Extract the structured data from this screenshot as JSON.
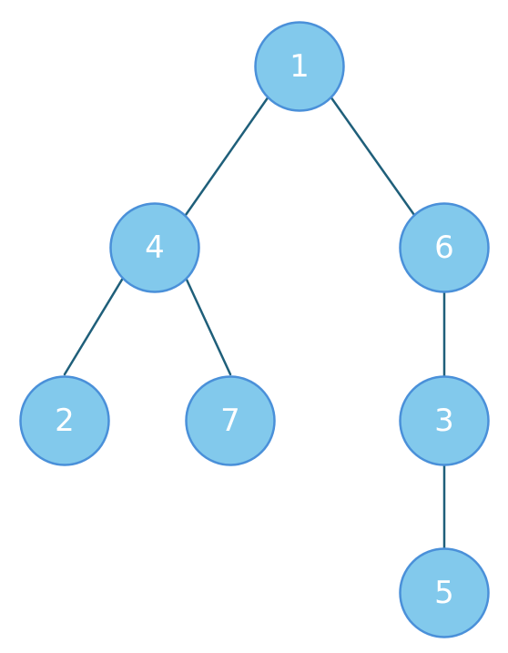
{
  "diagram": {
    "type": "tree",
    "colors": {
      "node_fill": "#82c9ec",
      "node_stroke": "#4a90d9",
      "edge": "#1f5f7a",
      "label": "#ffffff"
    },
    "nodes": [
      {
        "id": "n1",
        "label": "1"
      },
      {
        "id": "n4",
        "label": "4"
      },
      {
        "id": "n6",
        "label": "6"
      },
      {
        "id": "n2",
        "label": "2"
      },
      {
        "id": "n7",
        "label": "7"
      },
      {
        "id": "n3",
        "label": "3"
      },
      {
        "id": "n5",
        "label": "5"
      }
    ],
    "edges": [
      {
        "from": "n1",
        "to": "n4"
      },
      {
        "from": "n1",
        "to": "n6"
      },
      {
        "from": "n4",
        "to": "n2"
      },
      {
        "from": "n4",
        "to": "n7"
      },
      {
        "from": "n6",
        "to": "n3"
      },
      {
        "from": "n3",
        "to": "n5"
      }
    ]
  }
}
